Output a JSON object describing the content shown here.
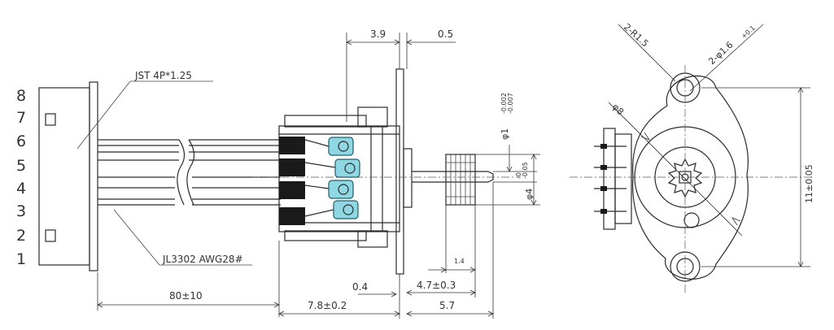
{
  "pin_numbers": [
    "8",
    "7",
    "6",
    "5",
    "4",
    "3",
    "2",
    "1"
  ],
  "labels": {
    "connector": "JST 4P*1.25",
    "wire": "JL3302 AWG28#",
    "flange_offset": "3.9",
    "flange_thickness": "0.5",
    "cable_length": "80±10",
    "terminal_gap": "0.4",
    "motor_length": "7.8±0.2",
    "gear_width": "4.7±0.3",
    "shaft_length": "5.7",
    "gear_length": "1.4",
    "shaft_diameter": "φ1",
    "shaft_tolerance_top": "-0.002",
    "shaft_tolerance_bottom": "-0.007",
    "gear_diameter": "φ4",
    "gear_tolerance_top": "-0",
    "gear_tolerance_bottom": "-0.05",
    "hole_radius": "2-R1.5",
    "mount_holes": "2-φ1.6",
    "mount_holes_tolerance": "+0.1",
    "body_diameter": "φ8",
    "hole_pitch": "11±0.05"
  },
  "colors": {
    "line": "#2b2b2b",
    "terminal_highlight": "#8fd7e3",
    "terminal_block": "#1a1a1a"
  }
}
